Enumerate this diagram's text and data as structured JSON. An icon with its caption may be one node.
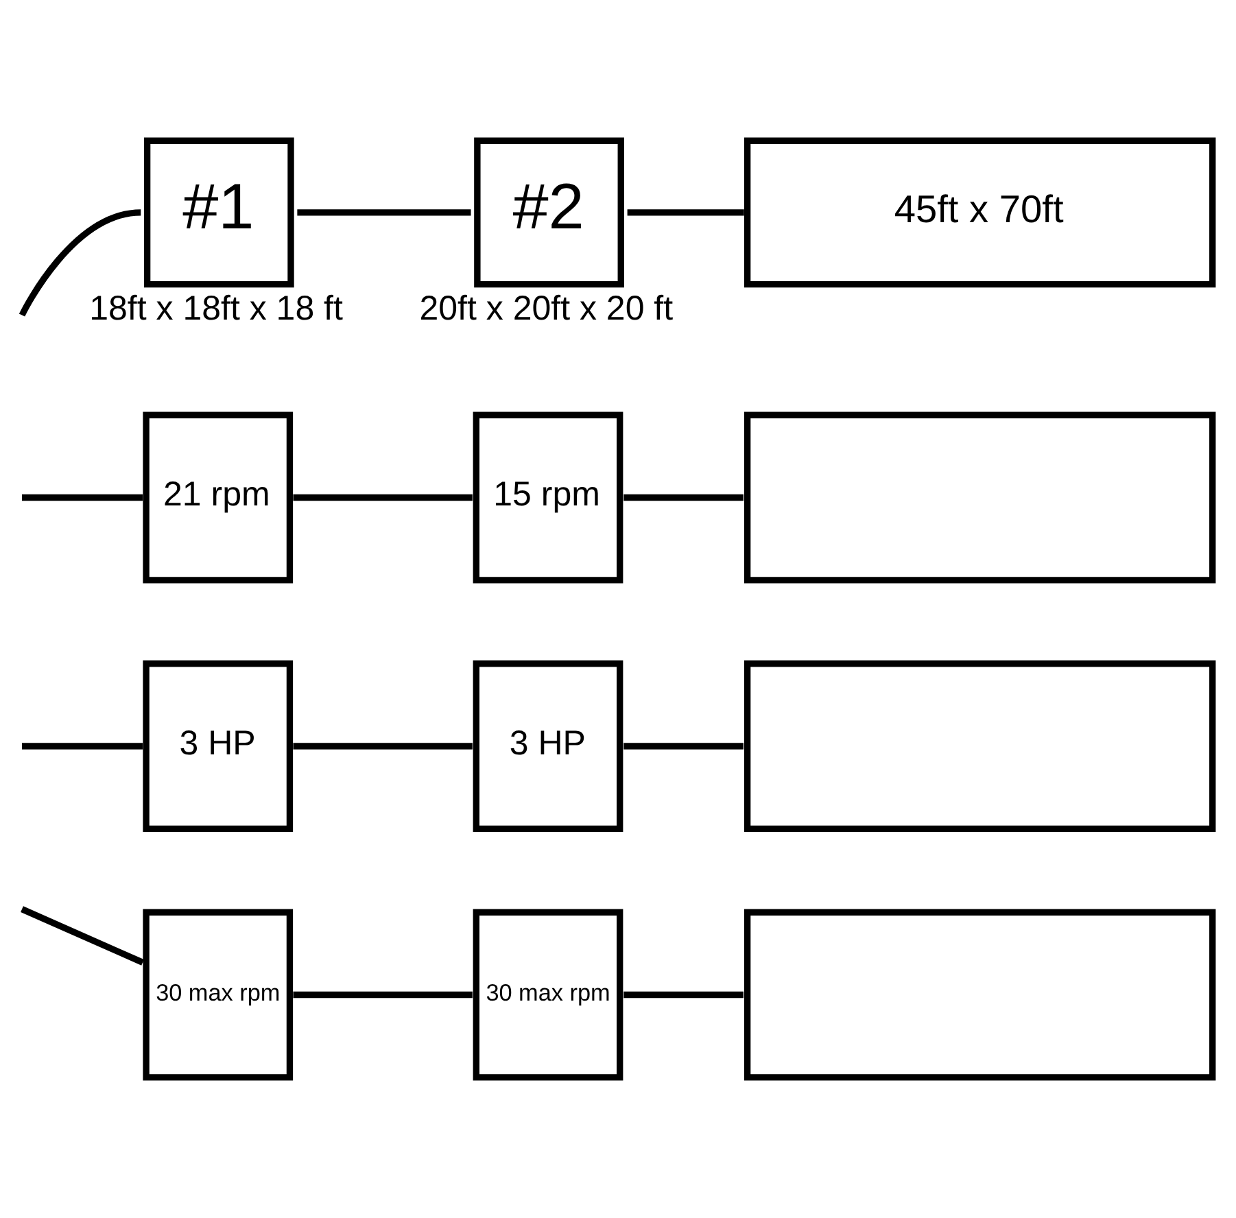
{
  "diagram": {
    "nodes": [
      {
        "text": [
          "#1"
        ],
        "beside": [
          "18ft x 18ft x 18 ft"
        ]
      },
      {
        "text": [
          "#2"
        ],
        "beside": [
          "20ft x 20ft x 20 ft"
        ]
      },
      {
        "text": [
          "45ft x 70ft"
        ]
      },
      {
        "text": [
          "21 rpm"
        ]
      },
      {
        "text": [
          "15 rpm"
        ]
      },
      {
        "text": [],
        "shape": "box"
      },
      {
        "text": [
          "3 HP"
        ]
      },
      {
        "text": [
          "3 HP"
        ]
      },
      {
        "text": [],
        "shape": "box"
      },
      {
        "text": [
          "30 max rpm"
        ]
      },
      {
        "text": [
          "30 max rpm"
        ]
      },
      {
        "text": [],
        "shape": "box"
      }
    ],
    "edges": [
      {
        "from": null,
        "to": 0,
        "arrow": "none"
      },
      {
        "from": null,
        "to": 3,
        "arrow": "none"
      },
      {
        "from": null,
        "to": 6,
        "arrow": "none"
      },
      {
        "from": null,
        "to": 9,
        "arrow": "none"
      },
      {
        "from": 0,
        "to": 1,
        "arrow": "none"
      },
      {
        "from": 1,
        "to": 2,
        "arrow": "none"
      },
      {
        "from": 3,
        "to": 4,
        "arrow": "none"
      },
      {
        "from": 4,
        "to": 5,
        "arrow": "none"
      },
      {
        "from": 6,
        "to": 7,
        "arrow": "none"
      },
      {
        "from": 7,
        "to": 8,
        "arrow": "none"
      },
      {
        "from": 9,
        "to": 10,
        "arrow": "none"
      },
      {
        "from": 10,
        "to": 11,
        "arrow": "none"
      }
    ]
  }
}
